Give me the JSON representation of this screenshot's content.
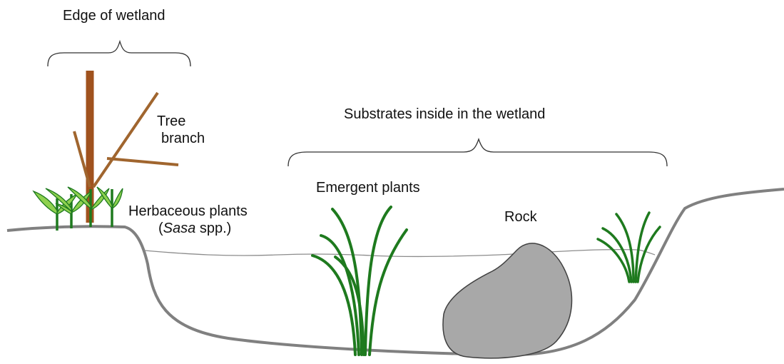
{
  "labels": {
    "edge_of_wetland": "Edge of wetland",
    "substrates": "Substrates inside in the wetland",
    "tree_branch_line1": "Tree",
    "tree_branch_line2": "branch",
    "emergent_plants": "Emergent plants",
    "rock": "Rock",
    "herbaceous_line1": "Herbaceous plants",
    "herbaceous_line2_open": "(",
    "herbaceous_line2_italic": "Sasa",
    "herbaceous_line2_rest": " spp.)"
  },
  "colors": {
    "ground": "#808080",
    "water_line": "#8c8c8c",
    "trunk": "#a0521e",
    "branch": "#a0652e",
    "plant_dark": "#1e7a1e",
    "plant_light": "#8fd14f",
    "rock_fill": "#a8a8a8",
    "rock_stroke": "#404040",
    "brace": "#333333"
  }
}
